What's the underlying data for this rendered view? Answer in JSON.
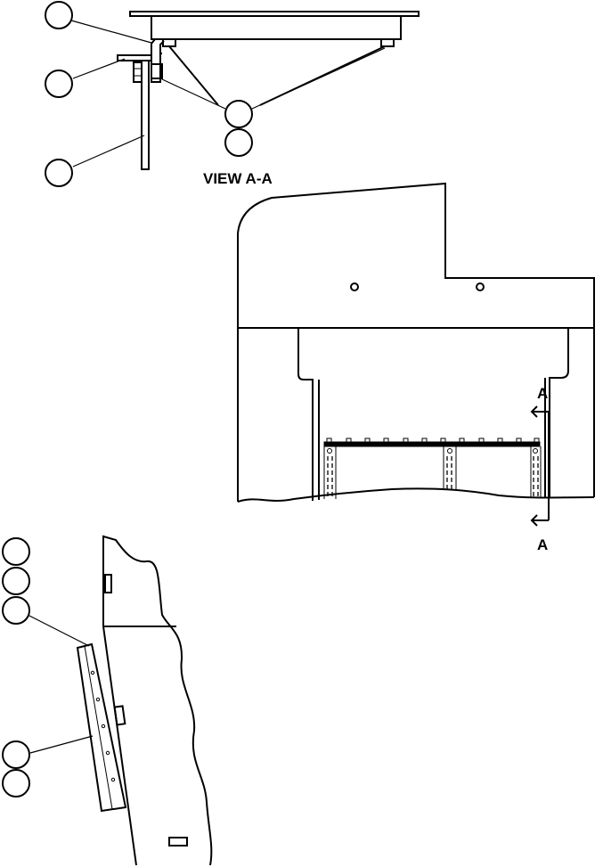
{
  "view_title": "VIEW A-A",
  "section_marks": {
    "top": "A",
    "bottom": "A"
  }
}
